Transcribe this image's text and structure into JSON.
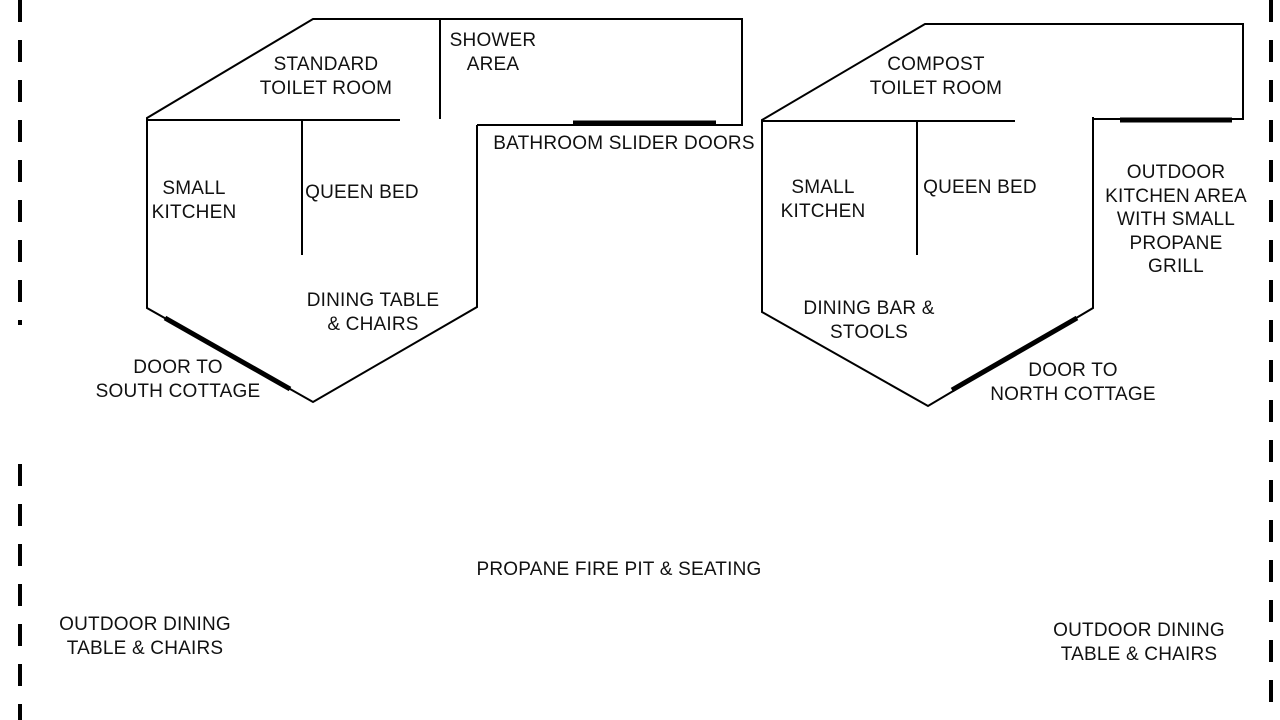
{
  "labels": {
    "standard_toilet_room": [
      "STANDARD",
      "TOILET ROOM"
    ],
    "shower_area": [
      "SHOWER",
      "AREA"
    ],
    "bathroom_slider_doors": [
      "BATHROOM SLIDER DOORS"
    ],
    "south_small_kitchen": [
      "SMALL",
      "KITCHEN"
    ],
    "south_queen_bed": [
      "QUEEN BED"
    ],
    "south_dining_table": [
      "DINING TABLE",
      "& CHAIRS"
    ],
    "door_south_cottage": [
      "DOOR TO",
      "SOUTH COTTAGE"
    ],
    "compost_toilet_room": [
      "COMPOST",
      "TOILET ROOM"
    ],
    "north_small_kitchen": [
      "SMALL",
      "KITCHEN"
    ],
    "north_queen_bed": [
      "QUEEN BED"
    ],
    "outdoor_kitchen_area": [
      "OUTDOOR",
      "KITCHEN AREA",
      "WITH SMALL",
      "PROPANE",
      "GRILL"
    ],
    "north_dining_bar": [
      "DINING BAR &",
      "STOOLS"
    ],
    "door_north_cottage": [
      "DOOR TO",
      "NORTH COTTAGE"
    ],
    "fire_pit": [
      "PROPANE FIRE PIT & SEATING"
    ],
    "outdoor_dining_left": [
      "OUTDOOR DINING",
      "TABLE & CHAIRS"
    ],
    "outdoor_dining_right": [
      "OUTDOOR DINING",
      "TABLE & CHAIRS"
    ]
  }
}
